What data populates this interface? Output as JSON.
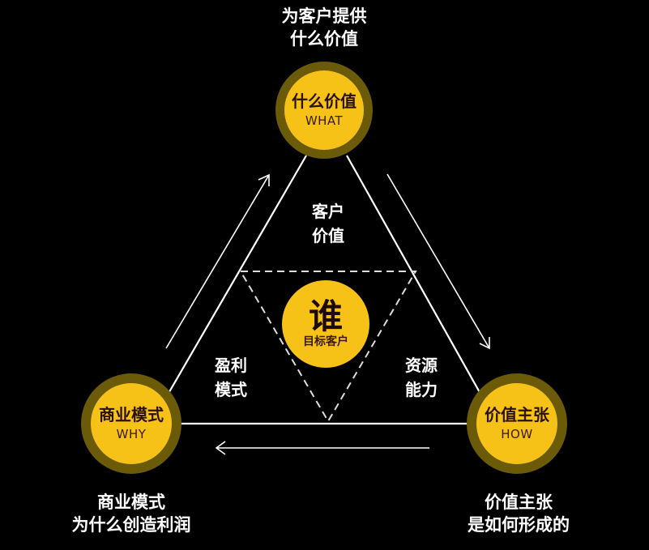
{
  "colors": {
    "background": "#000000",
    "node_fill": "#f7c218",
    "node_ring": "#6b5a08",
    "line": "#ffffff",
    "node_text": "#2a1208"
  },
  "top_caption": {
    "line1": "为客户提供",
    "line2": "什么价值"
  },
  "left_caption": {
    "line1": "商业模式",
    "line2": "为什么创造利润"
  },
  "right_caption": {
    "line1": "价值主张",
    "line2": "是如何形成的"
  },
  "nodes": {
    "what": {
      "title": "什么价值",
      "subtitle": "WHAT"
    },
    "why": {
      "title": "商业模式",
      "subtitle": "WHY"
    },
    "how": {
      "title": "价值主张",
      "subtitle": "HOW"
    },
    "center": {
      "title": "谁",
      "subtitle": "目标客户"
    }
  },
  "inner_labels": {
    "top": {
      "line1": "客户",
      "line2": "价值"
    },
    "left": {
      "line1": "盈利",
      "line2": "模式"
    },
    "right": {
      "line1": "资源",
      "line2": "能力"
    }
  },
  "arrows": [
    {
      "from": "商业模式",
      "to": "什么价值",
      "direction": "up-right"
    },
    {
      "from": "什么价值",
      "to": "价值主张",
      "direction": "down-right"
    },
    {
      "from": "价值主张",
      "to": "商业模式",
      "direction": "left"
    }
  ]
}
